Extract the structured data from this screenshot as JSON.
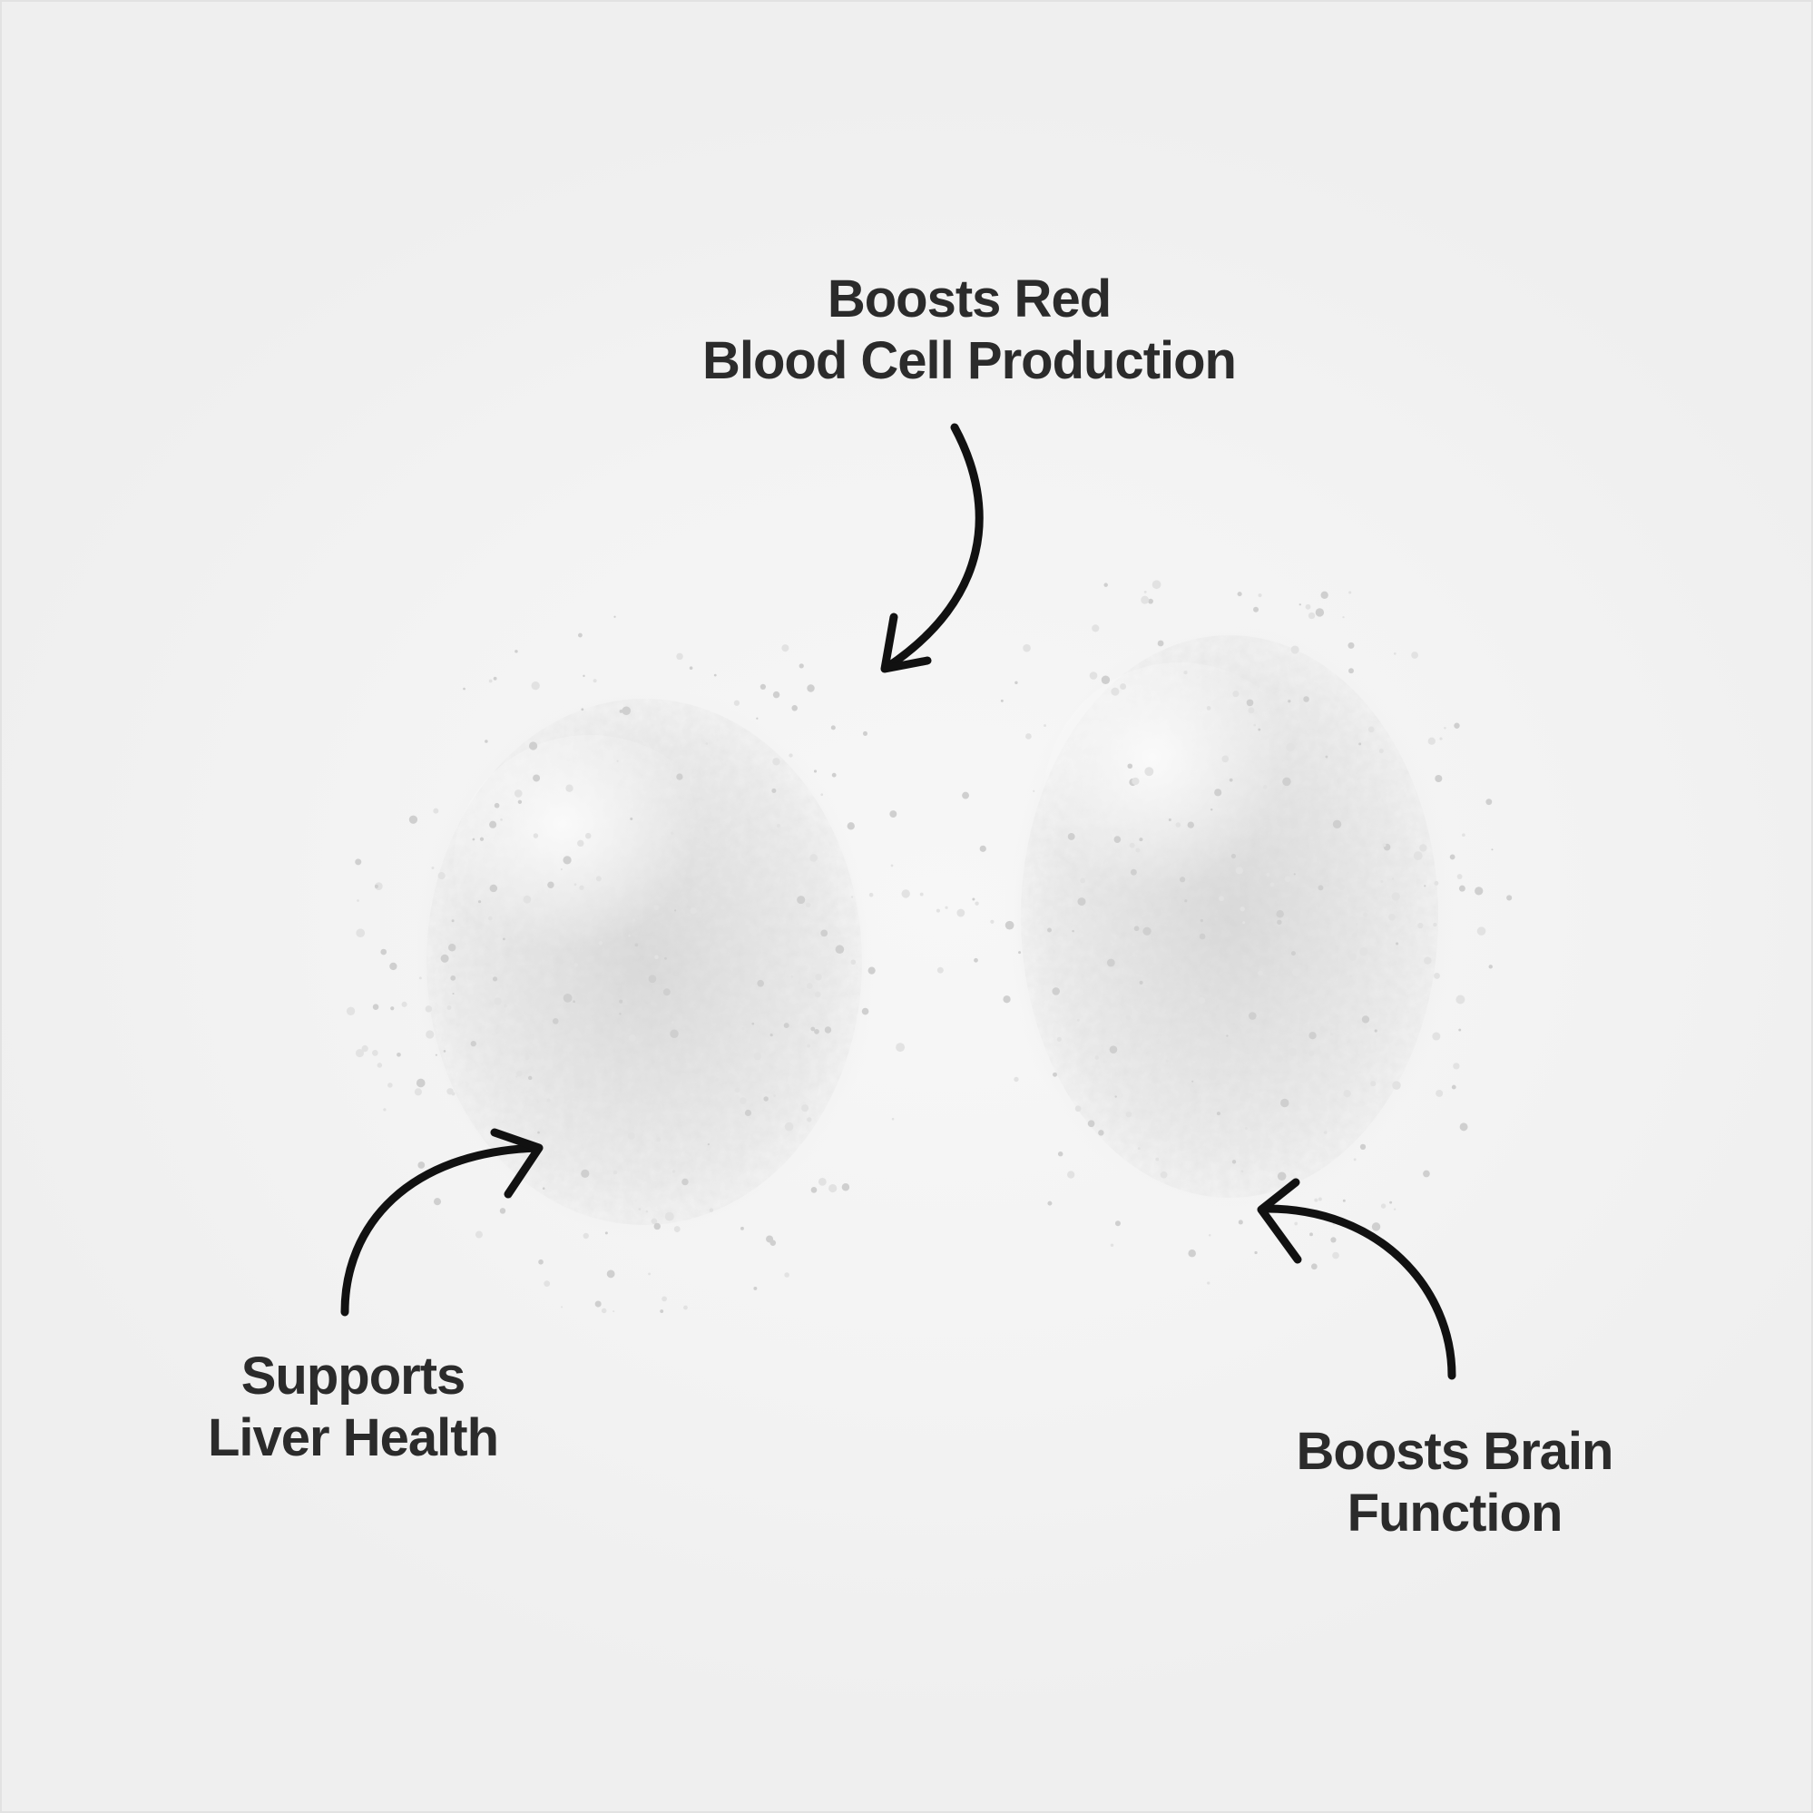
{
  "labels": {
    "top": {
      "line1": "Boosts Red",
      "line2": "Blood Cell Production"
    },
    "left": {
      "line1": "Supports",
      "line2": "Liver Health"
    },
    "right": {
      "line1": "Boosts Brain",
      "line2": "Function"
    }
  },
  "colors": {
    "background": "#f0f0f0",
    "text": "#2b2b2b",
    "arrow": "#111111",
    "powder": "#e9e9e9"
  }
}
